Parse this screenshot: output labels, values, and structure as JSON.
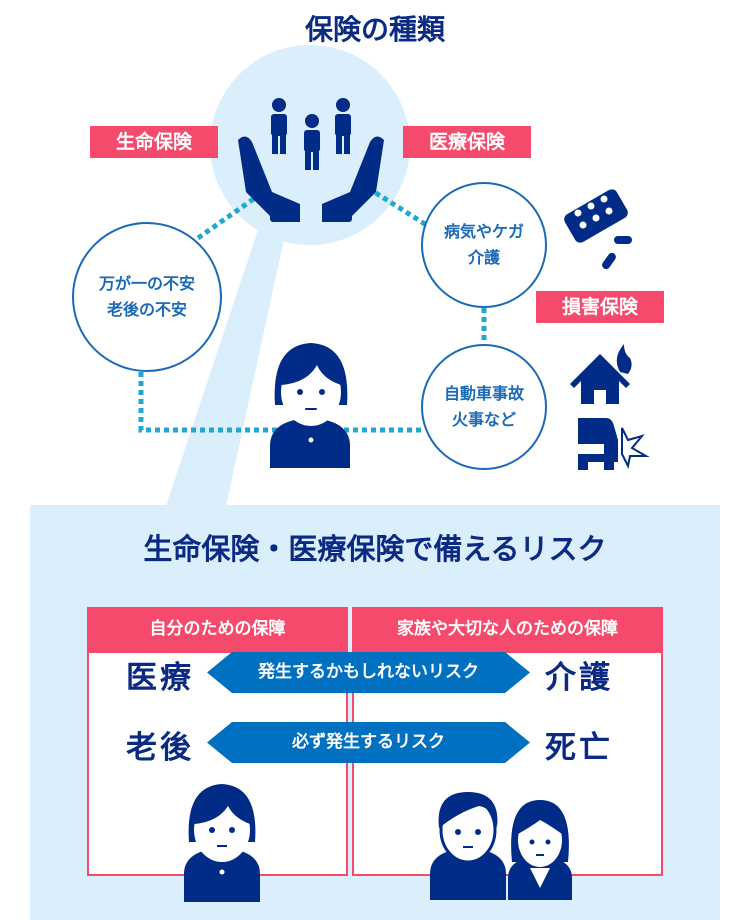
{
  "title": "保険の種類",
  "tags": {
    "life": "生命保険",
    "medical": "医療保険",
    "damage": "損害保険"
  },
  "circles": {
    "left": [
      "万が一の不安",
      "老後の不安"
    ],
    "right_top": [
      "病気やケガ",
      "介護"
    ],
    "right_bottom": [
      "自動車事故",
      "火事など"
    ]
  },
  "risk": {
    "title": "生命保険・医療保険で備えるリスク",
    "self_header": "自分のための保障",
    "family_header": "家族や大切な人のための保障",
    "row1": {
      "left": "医療",
      "arrow": "発生するかもしれないリスク",
      "right": "介護"
    },
    "row2": {
      "left": "老後",
      "arrow": "必ず発生するリスク",
      "right": "死亡"
    }
  },
  "colors": {
    "navy": "#0b2a83",
    "blue": "#0070c0",
    "pink": "#f64a6d",
    "light": "#daeefc",
    "dots": "#1fa8d0"
  }
}
